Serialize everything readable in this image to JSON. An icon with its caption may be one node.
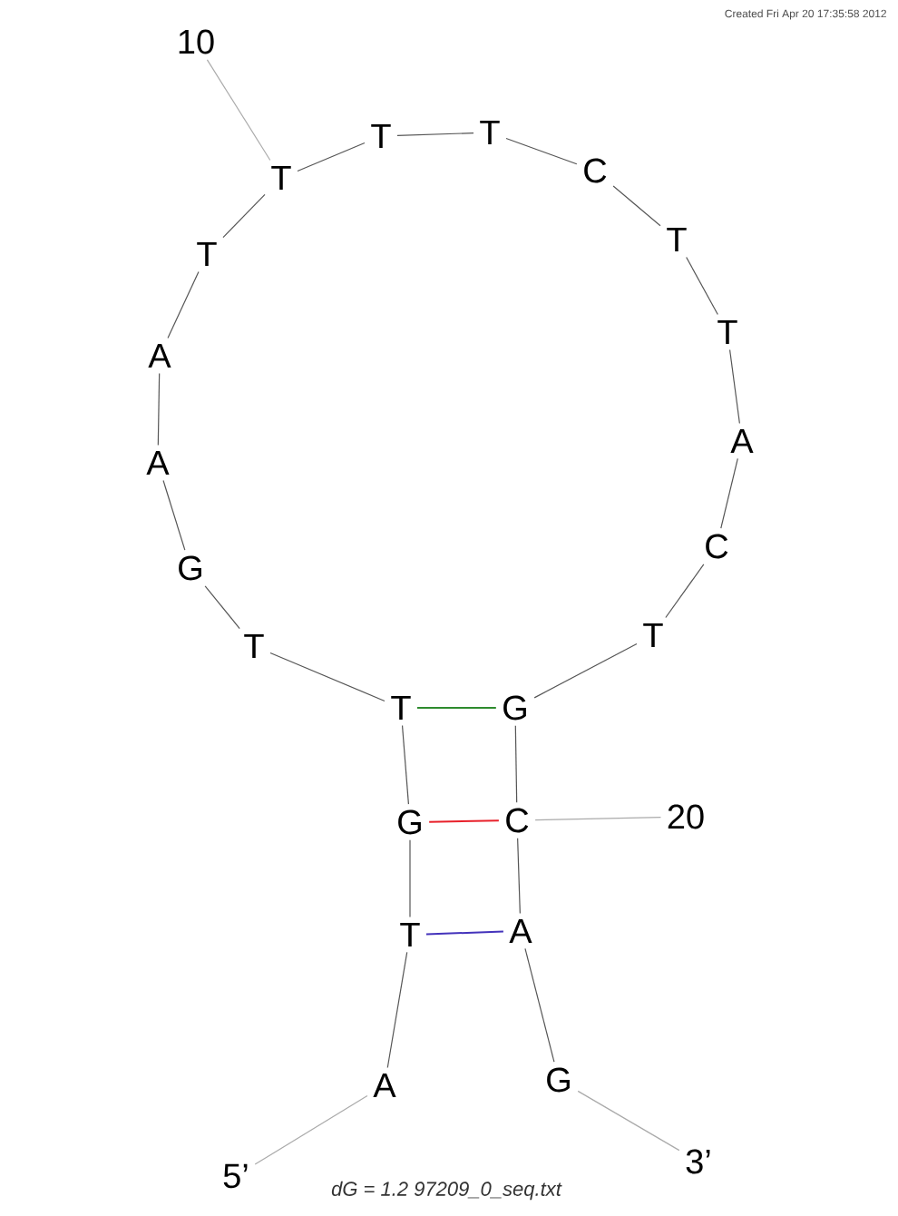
{
  "diagram": {
    "caption": "dG = 1.2 97209_0_seq.txt",
    "nodes": [
      {
        "text": [
          "A"
        ]
      },
      {
        "text": [
          "T"
        ]
      },
      {
        "text": [
          "G"
        ]
      },
      {
        "text": [
          "T"
        ]
      },
      {
        "text": [
          "T"
        ]
      },
      {
        "text": [
          "G"
        ]
      },
      {
        "text": [
          "A"
        ]
      },
      {
        "text": [
          "A"
        ]
      },
      {
        "text": [
          "T"
        ]
      },
      {
        "text": [
          "T"
        ]
      },
      {
        "text": [
          "T"
        ]
      },
      {
        "text": [
          "T"
        ]
      },
      {
        "text": [
          "C"
        ]
      },
      {
        "text": [
          "T"
        ]
      },
      {
        "text": [
          "T"
        ]
      },
      {
        "text": [
          "A"
        ]
      },
      {
        "text": [
          "C"
        ]
      },
      {
        "text": [
          "T"
        ]
      },
      {
        "text": [
          "G"
        ]
      },
      {
        "text": [
          "C"
        ]
      },
      {
        "text": [
          "A"
        ]
      },
      {
        "text": [
          "G"
        ]
      },
      {
        "text": [
          "10"
        ]
      },
      {
        "text": [
          "20"
        ]
      },
      {
        "text": [
          "5’"
        ]
      },
      {
        "text": [
          "3’"
        ]
      }
    ],
    "edges": [
      {
        "from": 0,
        "to": 1,
        "arrow": "none"
      },
      {
        "from": 1,
        "to": 2,
        "arrow": "none"
      },
      {
        "from": 2,
        "to": 3,
        "arrow": "none"
      },
      {
        "from": 3,
        "to": 4,
        "arrow": "none"
      },
      {
        "from": 4,
        "to": 5,
        "arrow": "none"
      },
      {
        "from": 5,
        "to": 6,
        "arrow": "none"
      },
      {
        "from": 6,
        "to": 7,
        "arrow": "none"
      },
      {
        "from": 7,
        "to": 8,
        "arrow": "none"
      },
      {
        "from": 8,
        "to": 9,
        "arrow": "none"
      },
      {
        "from": 9,
        "to": 10,
        "arrow": "none"
      },
      {
        "from": 10,
        "to": 11,
        "arrow": "none"
      },
      {
        "from": 11,
        "to": 12,
        "arrow": "none"
      },
      {
        "from": 12,
        "to": 13,
        "arrow": "none"
      },
      {
        "from": 13,
        "to": 14,
        "arrow": "none"
      },
      {
        "from": 14,
        "to": 15,
        "arrow": "none"
      },
      {
        "from": 15,
        "to": 16,
        "arrow": "none"
      },
      {
        "from": 16,
        "to": 17,
        "arrow": "none"
      },
      {
        "from": 17,
        "to": 18,
        "arrow": "none"
      },
      {
        "from": 18,
        "to": 19,
        "arrow": "none"
      },
      {
        "from": 19,
        "to": 20,
        "arrow": "none"
      },
      {
        "from": 20,
        "to": 21,
        "arrow": "none"
      },
      {
        "from": 3,
        "to": 18,
        "arrow": "none",
        "color": "#2e8b2e"
      },
      {
        "from": 2,
        "to": 19,
        "arrow": "none",
        "color": "#e8202a"
      },
      {
        "from": 1,
        "to": 20,
        "arrow": "none",
        "color": "#4433bb"
      },
      {
        "from": 22,
        "to": 9,
        "arrow": "none",
        "color": "#aaaaaa"
      },
      {
        "from": 23,
        "to": 19,
        "arrow": "none",
        "color": "#aaaaaa"
      },
      {
        "from": 24,
        "to": 0,
        "arrow": "none",
        "color": "#aaaaaa"
      },
      {
        "from": 25,
        "to": 21,
        "arrow": "none",
        "color": "#aaaaaa"
      }
    ],
    "labels": [
      "Created Fri Apr 20 17:35:58 2012"
    ]
  }
}
